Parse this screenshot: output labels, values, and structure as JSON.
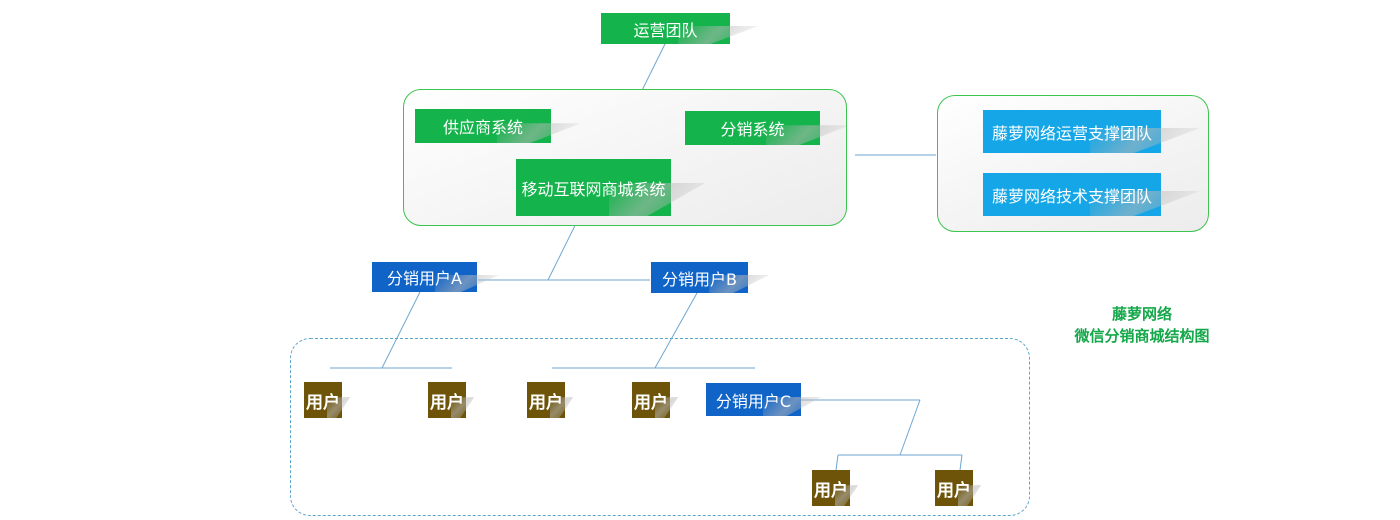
{
  "nodes": {
    "ops_team": "运营团队",
    "supplier_system": "供应商系统",
    "distribution_system": "分销系统",
    "mobile_mall_system": "移动互联网商城系统",
    "tengluo_ops_support": "藤萝网络运营支撑团队",
    "tengluo_tech_support": "藤萝网络技术支撑团队",
    "distributor_a": "分销用户A",
    "distributor_b": "分销用户B",
    "distributor_c": "分销用户C",
    "user": "用户"
  },
  "caption": {
    "line1": "藤萝网络",
    "line2": "微信分销商城结构图"
  },
  "colors": {
    "green_node": "#14b34b",
    "cyan_node": "#14a6e6",
    "blue_node": "#1064c8",
    "brown_node": "#6e5408",
    "panel_border": "#3cc44f",
    "dashed_border": "#5aa6cf",
    "connector": "#4a90c8",
    "caption": "#15a84a"
  }
}
